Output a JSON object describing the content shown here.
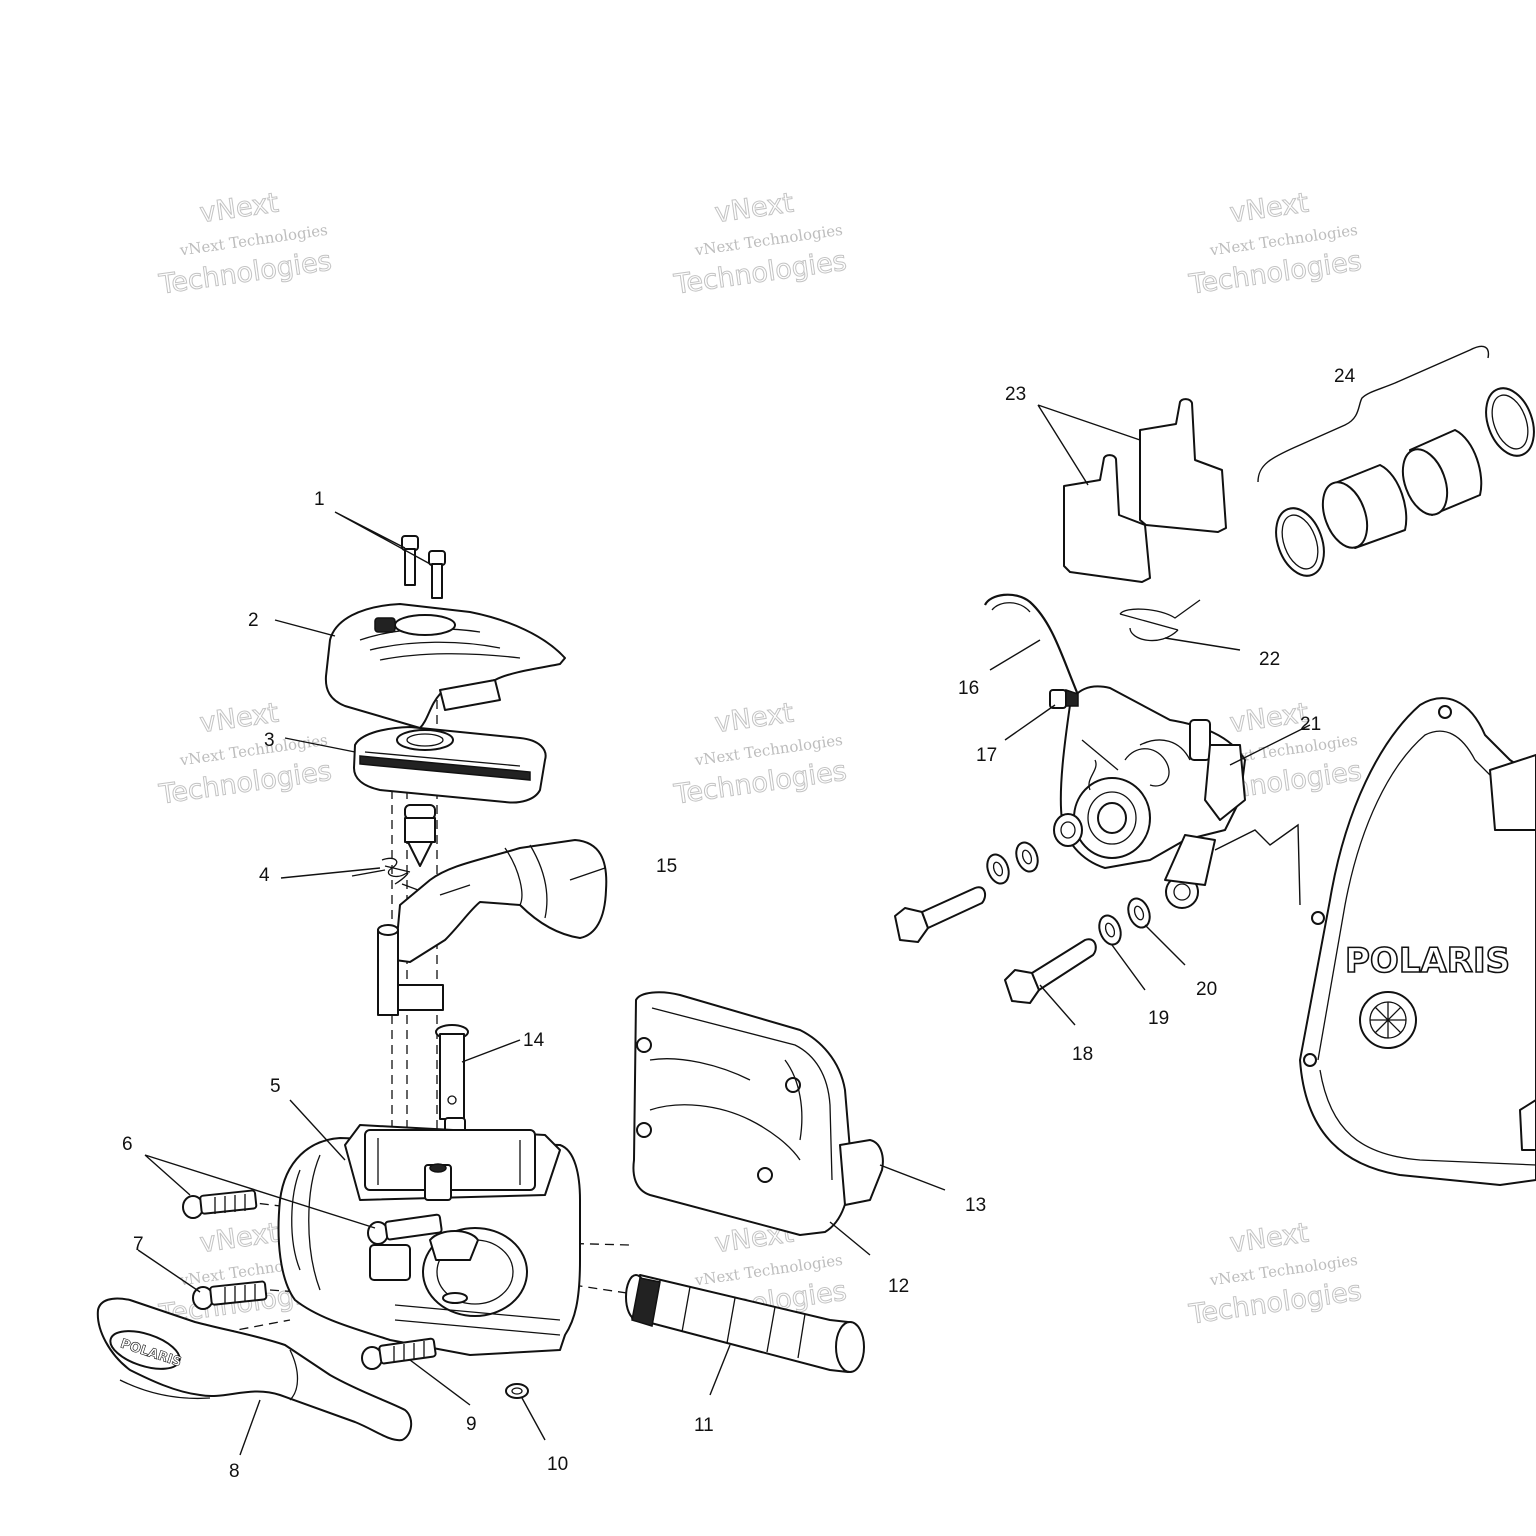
{
  "diagram": {
    "callouts": [
      {
        "label": "1"
      },
      {
        "label": "2"
      },
      {
        "label": "3"
      },
      {
        "label": "4"
      },
      {
        "label": "5"
      },
      {
        "label": "6"
      },
      {
        "label": "7"
      },
      {
        "label": "8"
      },
      {
        "label": "9"
      },
      {
        "label": "10"
      },
      {
        "label": "11"
      },
      {
        "label": "12"
      },
      {
        "label": "13"
      },
      {
        "label": "14"
      },
      {
        "label": "15"
      },
      {
        "label": "16"
      },
      {
        "label": "17"
      },
      {
        "label": "18"
      },
      {
        "label": "19"
      },
      {
        "label": "20"
      },
      {
        "label": "21"
      },
      {
        "label": "22"
      },
      {
        "label": "23"
      },
      {
        "label": "24"
      }
    ],
    "brand_text": "POLARIS",
    "lever_logo_text": "POLARIS"
  },
  "watermark": {
    "line1": "vNext Technologies",
    "line2": "Technologies",
    "top": "vNext"
  }
}
